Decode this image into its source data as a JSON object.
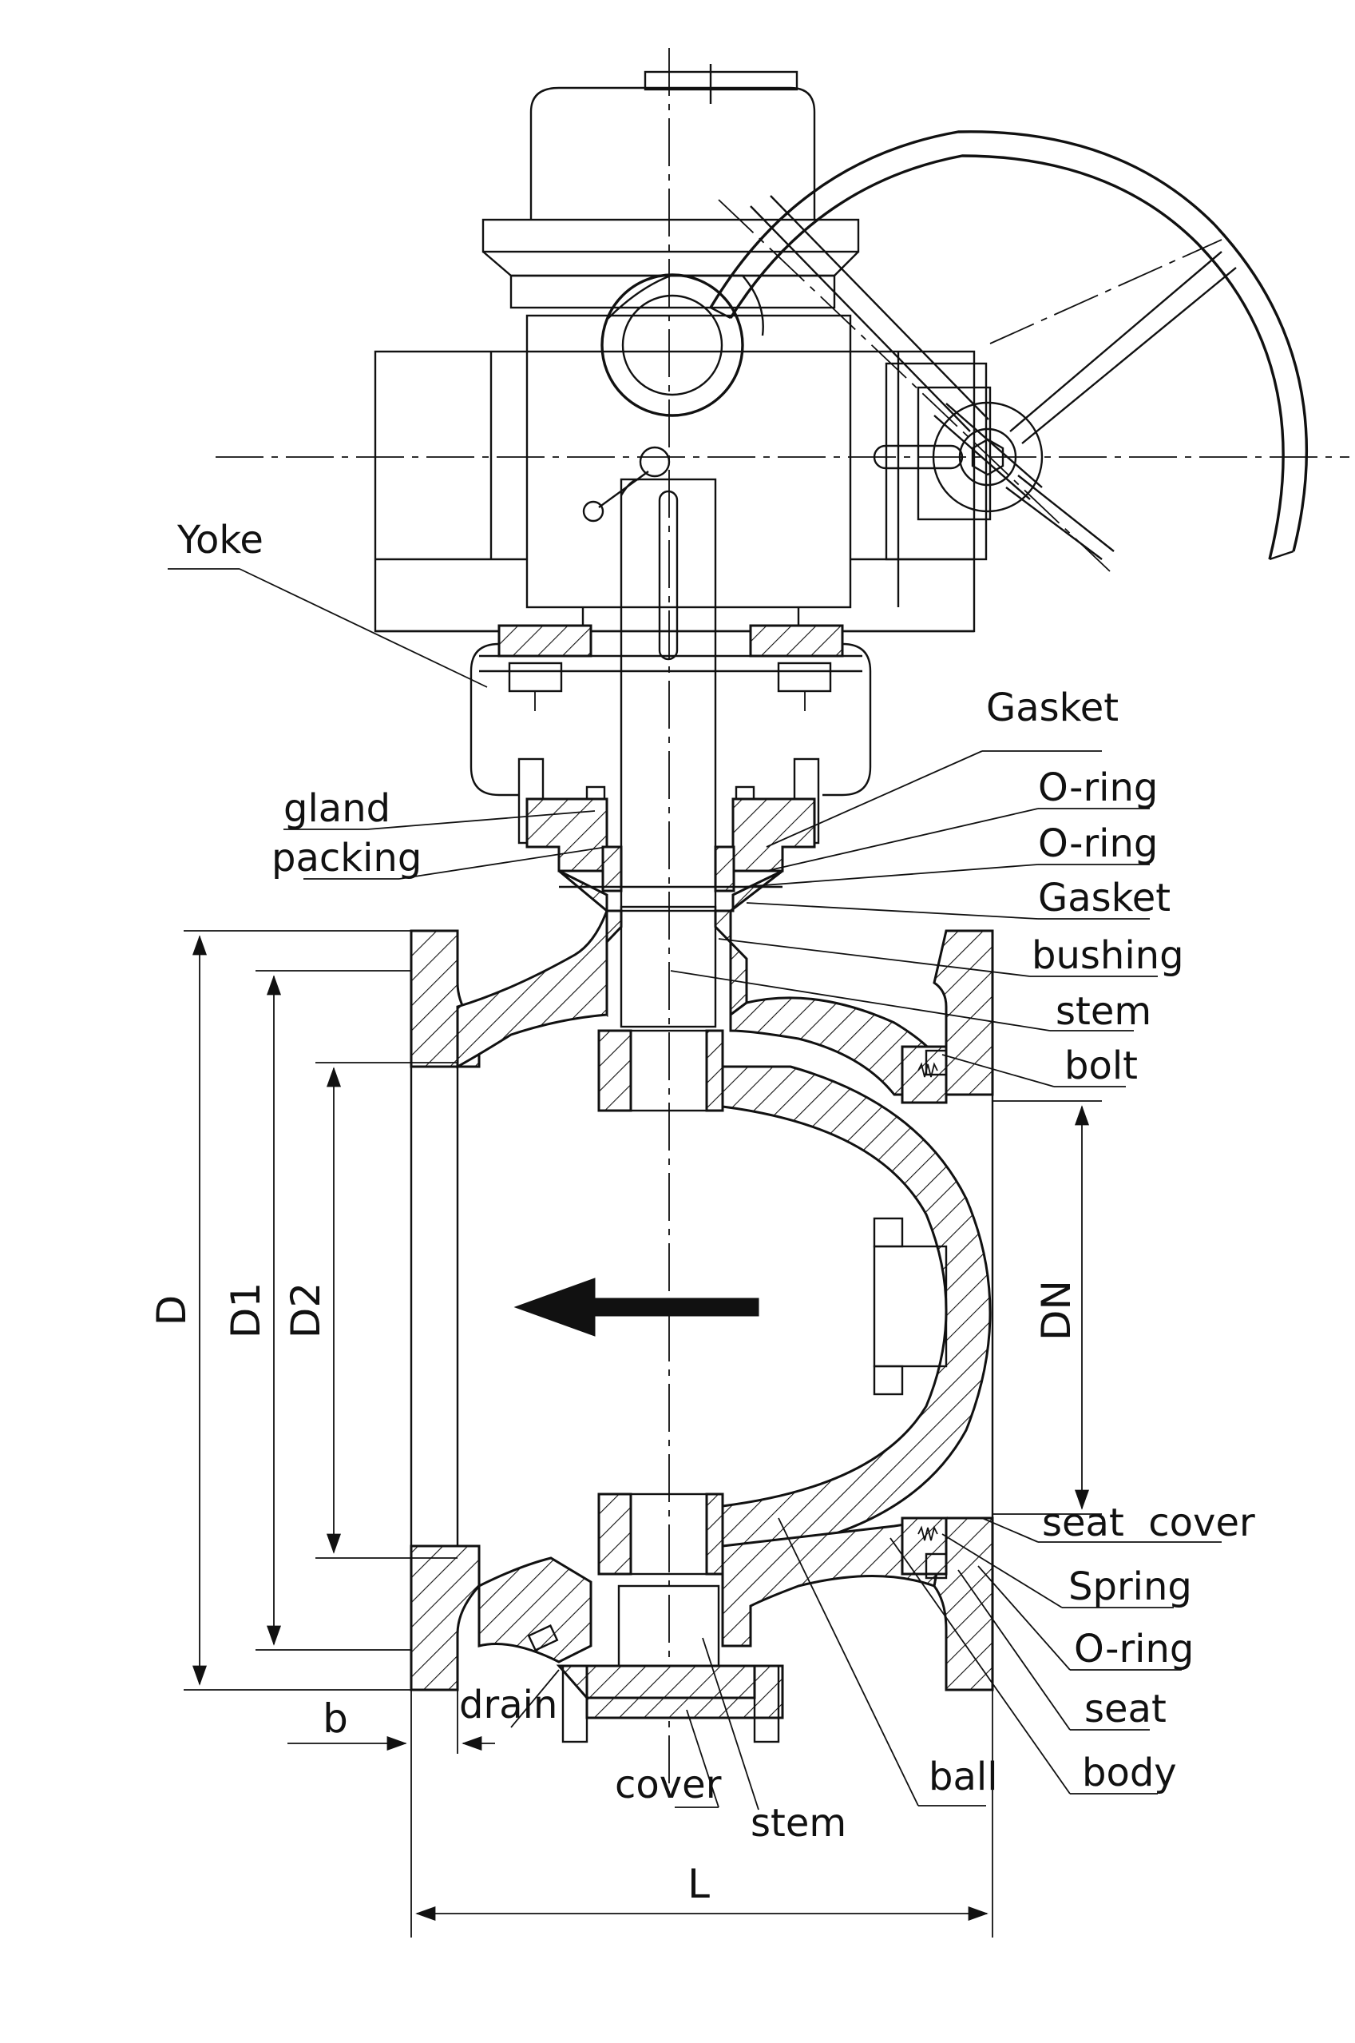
{
  "labels": {
    "yoke": "Yoke",
    "gasket1": "Gasket",
    "gland": "gland",
    "packing": "packing",
    "oring1": "O-ring",
    "oring2": "O-ring",
    "gasket2": "Gasket",
    "bushing": "bushing",
    "stem_upper": "stem",
    "bolt": "bolt",
    "seat_cover": "seat  cover",
    "spring": "Spring",
    "oring3": "O-ring",
    "seat": "seat",
    "body": "body",
    "ball": "ball",
    "drain": "drain",
    "cover": "cover",
    "stem_lower": "stem"
  },
  "dimensions": {
    "D": "D",
    "D1": "D1",
    "D2": "D2",
    "DN": "DN",
    "b": "b",
    "L": "L"
  }
}
